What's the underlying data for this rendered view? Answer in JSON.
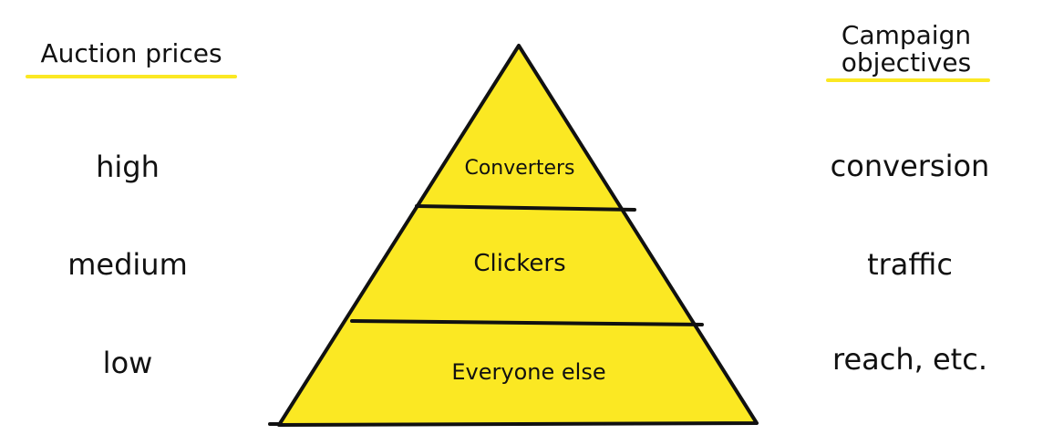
{
  "colors": {
    "pyramid_fill": "#fbe823",
    "underline": "#fbe823",
    "ink": "#111111"
  },
  "left_column": {
    "heading": "Auction prices",
    "rows": [
      "high",
      "medium",
      "low"
    ]
  },
  "right_column": {
    "heading_line1": "Campaign",
    "heading_line2": "objectives",
    "rows": [
      "conversion",
      "traffic",
      "reach, etc."
    ]
  },
  "pyramid": {
    "tiers": [
      "Converters",
      "Clickers",
      "Everyone else"
    ]
  }
}
